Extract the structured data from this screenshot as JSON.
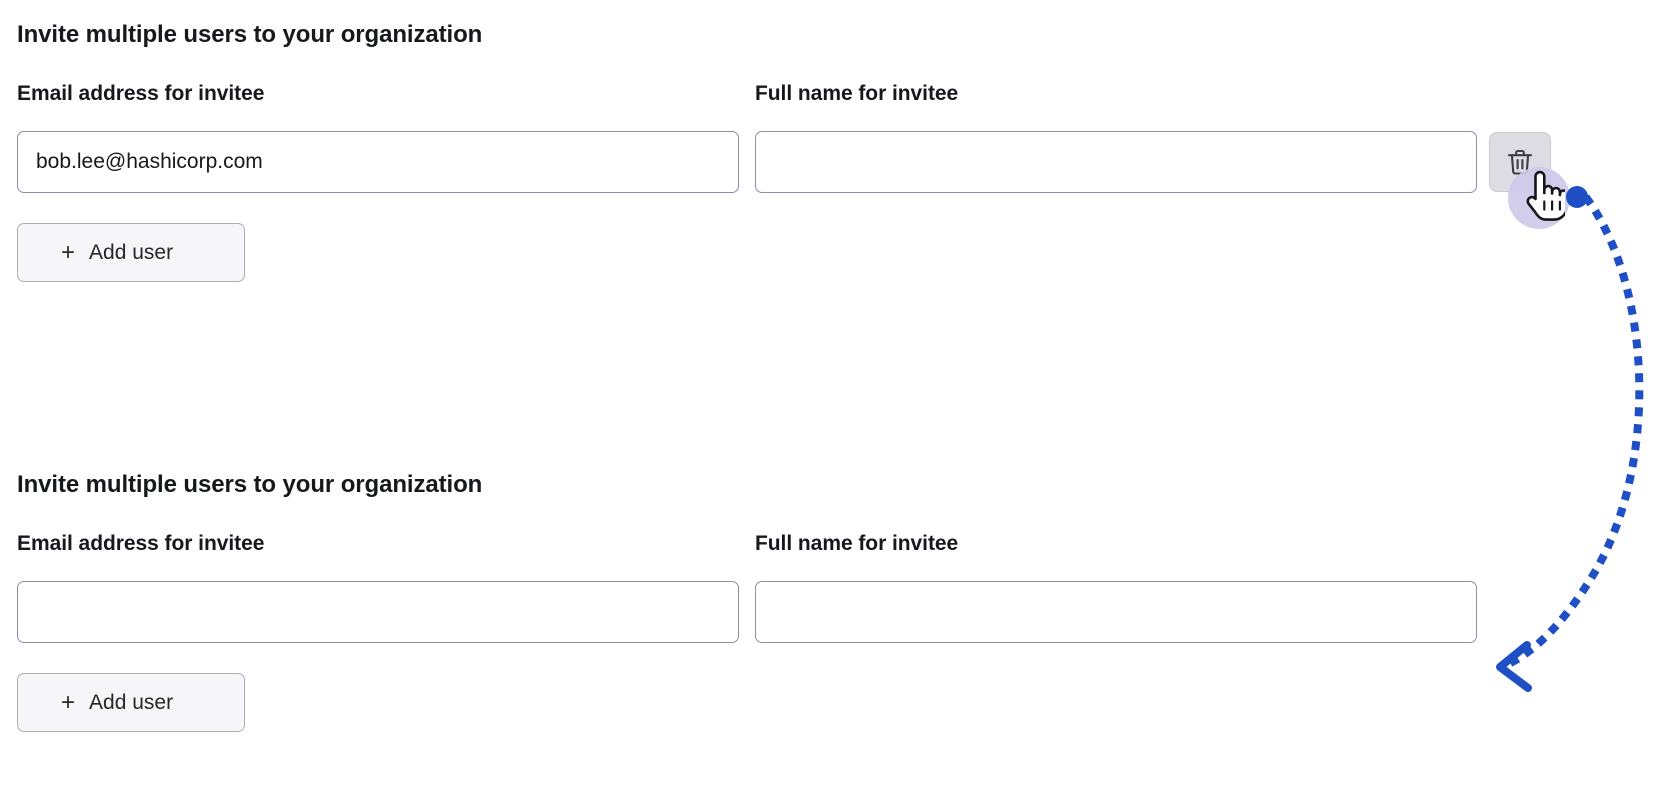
{
  "sections": [
    {
      "heading": "Invite multiple users to your organization",
      "email_label": "Email address for invitee",
      "name_label": "Full name for invitee",
      "email_value": "bob.lee@hashicorp.com",
      "email_placeholder": "",
      "name_value": "",
      "name_placeholder": "",
      "add_user_label": "Add user",
      "plus_glyph": "+",
      "has_delete_button": true,
      "delete_icon": "trash-icon"
    },
    {
      "heading": "Invite multiple users to your organization",
      "email_label": "Email address for invitee",
      "name_label": "Full name for invitee",
      "email_value": "",
      "email_placeholder": "",
      "name_value": "",
      "name_placeholder": "",
      "add_user_label": "Add user",
      "plus_glyph": "+",
      "has_delete_button": false,
      "delete_icon": "trash-icon"
    }
  ],
  "annotation": {
    "cursor_icon": "pointing-hand-cursor",
    "click_marker_icon": "click-dot-marker",
    "arrow_icon": "dotted-curved-arrow",
    "arrow_head_icon": "arrow-head-left",
    "accent_color": "#1f4fc4",
    "halo_color": "#cdc9e9"
  },
  "colors": {
    "page_background": "#ffffff",
    "text": "#16181d",
    "input_border": "#8c8fa3",
    "button_background": "#f6f6f8",
    "button_border": "#adaeba",
    "delete_button_background": "#dcdce2",
    "delete_icon_color": "#3b3d47",
    "accent_blue": "#1f4fc4"
  }
}
